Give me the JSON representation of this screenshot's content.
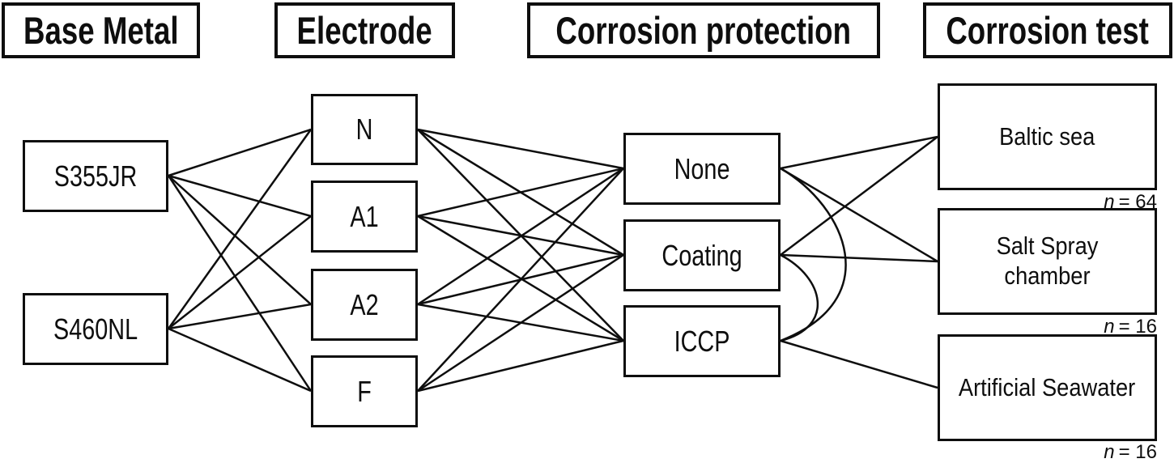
{
  "figure": {
    "background": "#ffffff",
    "ink": "#0e0e0e",
    "columns": [
      {
        "id": "base_metal",
        "header": "Base Metal",
        "items": [
          {
            "label": "S355JR"
          },
          {
            "label": "S460NL"
          }
        ]
      },
      {
        "id": "electrode",
        "header": "Electrode",
        "items": [
          {
            "label": "N"
          },
          {
            "label": "A1"
          },
          {
            "label": "A2"
          },
          {
            "label": "F"
          }
        ]
      },
      {
        "id": "corrosion_protection",
        "header": "Corrosion protection",
        "items": [
          {
            "label": "None"
          },
          {
            "label": "Coating"
          },
          {
            "label": "ICCP"
          }
        ]
      },
      {
        "id": "corrosion_test",
        "header": "Corrosion test",
        "items": [
          {
            "label": "Baltic sea",
            "n_symbol": "n",
            "n_value": "= 64"
          },
          {
            "label": "Salt Spray chamber",
            "n_symbol": "n",
            "n_value": "= 16"
          },
          {
            "label": "Artificial Seawater",
            "n_symbol": "n",
            "n_value": "= 16"
          }
        ]
      }
    ],
    "edges": {
      "base_metal_to_electrode": [
        [
          "S355JR",
          "N"
        ],
        [
          "S355JR",
          "A1"
        ],
        [
          "S355JR",
          "A2"
        ],
        [
          "S355JR",
          "F"
        ],
        [
          "S460NL",
          "N"
        ],
        [
          "S460NL",
          "A1"
        ],
        [
          "S460NL",
          "A2"
        ],
        [
          "S460NL",
          "F"
        ]
      ],
      "electrode_to_protection": [
        [
          "N",
          "None"
        ],
        [
          "N",
          "Coating"
        ],
        [
          "N",
          "ICCP"
        ],
        [
          "A1",
          "None"
        ],
        [
          "A1",
          "Coating"
        ],
        [
          "A1",
          "ICCP"
        ],
        [
          "A2",
          "None"
        ],
        [
          "A2",
          "Coating"
        ],
        [
          "A2",
          "ICCP"
        ],
        [
          "F",
          "None"
        ],
        [
          "F",
          "Coating"
        ],
        [
          "F",
          "ICCP"
        ]
      ],
      "protection_to_test": [
        [
          "None",
          "Baltic sea"
        ],
        [
          "None",
          "Salt Spray chamber"
        ],
        [
          "None",
          "Artificial Seawater"
        ],
        [
          "Coating",
          "Baltic sea"
        ],
        [
          "Coating",
          "Salt Spray chamber"
        ],
        [
          "Coating",
          "Artificial Seawater"
        ],
        [
          "ICCP",
          "Artificial Seawater"
        ]
      ]
    }
  }
}
